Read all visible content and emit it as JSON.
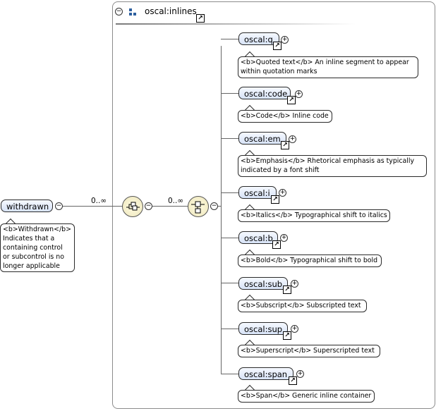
{
  "root": {
    "label": "withdrawn",
    "note": "<b>Withdrawn</b>\n Indicates that a containing control or subcontrol is no longer applicable",
    "note_lines": [
      "<b>Withdrawn</b>",
      " Indicates that a",
      "containing control",
      "or subcontrol is no",
      "longer applicable"
    ],
    "multiplicity": "0..∞"
  },
  "group": {
    "title": "oscal:inlines",
    "multiplicity": "0..∞"
  },
  "elements": [
    {
      "label": "oscal:q",
      "note_lines": [
        "<b>Quoted text</b> An inline segment to appear",
        "within quotation marks"
      ]
    },
    {
      "label": "oscal:code",
      "note_lines": [
        "<b>Code</b> Inline code"
      ]
    },
    {
      "label": "oscal:em",
      "note_lines": [
        "<b>Emphasis</b> Rhetorical emphasis as typically",
        "indicated by a font shift"
      ]
    },
    {
      "label": "oscal:i",
      "note_lines": [
        "<b>Italics</b> Typographical shift to italics"
      ]
    },
    {
      "label": "oscal:b",
      "note_lines": [
        "<b>Bold</b> Typographical shift to bold"
      ]
    },
    {
      "label": "oscal:sub",
      "note_lines": [
        "<b>Subscript</b> Subscripted text"
      ]
    },
    {
      "label": "oscal:sup",
      "note_lines": [
        "<b>Superscript</b> Superscripted text"
      ]
    },
    {
      "label": "oscal:span",
      "note_lines": [
        "<b>Span</b> Generic inline container"
      ]
    }
  ],
  "icons": {
    "collapse": "⊖",
    "expand": "+",
    "link": "↗"
  }
}
